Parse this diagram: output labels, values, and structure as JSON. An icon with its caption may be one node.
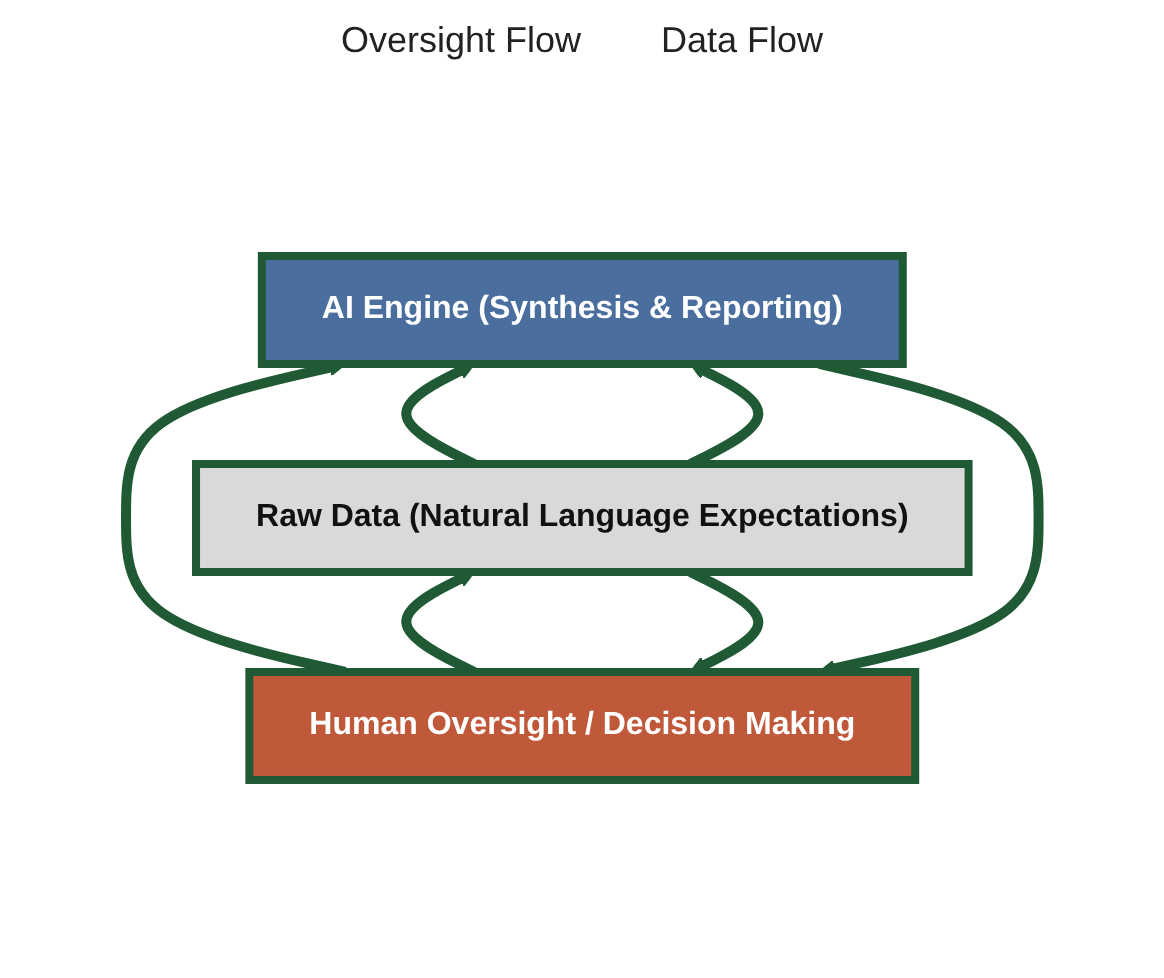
{
  "diagram": {
    "nodes": [
      {
        "text": [
          "Human Oversight / Decision Making"
        ]
      },
      {
        "text": [
          "AI Engine (Synthesis & Reporting)"
        ]
      },
      {
        "text": [
          "Raw Data (Natural Language Expectations)"
        ]
      }
    ],
    "edges": [
      {
        "from": 2,
        "to": 0,
        "arrow": "to"
      },
      {
        "from": 0,
        "to": 2,
        "arrow": "to"
      },
      {
        "from": 1,
        "to": 0,
        "arrow": "to"
      },
      {
        "from": 0,
        "to": 1,
        "arrow": "to"
      },
      {
        "from": 2,
        "to": 1,
        "arrow": "to"
      },
      {
        "from": 2,
        "to": 1,
        "arrow": "to"
      }
    ],
    "labels": [
      "Oversight Flow",
      "Data Flow"
    ]
  }
}
